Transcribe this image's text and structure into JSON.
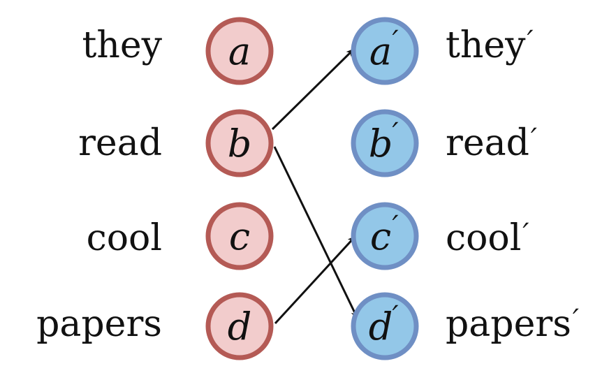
{
  "colors": {
    "source_fill": "#f2cccc",
    "source_stroke": "#b45a55",
    "target_fill": "#93c7e8",
    "target_stroke": "#6f8fc4",
    "arrow": "#111111"
  },
  "source": [
    {
      "word": "they",
      "var": "a"
    },
    {
      "word": "read",
      "var": "b"
    },
    {
      "word": "cool",
      "var": "c"
    },
    {
      "word": "papers",
      "var": "d"
    }
  ],
  "target": [
    {
      "word": "they",
      "var": "a",
      "prime": "′"
    },
    {
      "word": "read",
      "var": "b",
      "prime": "′"
    },
    {
      "word": "cool",
      "var": "c",
      "prime": "′"
    },
    {
      "word": "papers",
      "var": "d",
      "prime": "′"
    }
  ],
  "edges": [
    {
      "from": "b",
      "to": "a"
    },
    {
      "from": "b",
      "to": "d"
    },
    {
      "from": "d",
      "to": "c"
    }
  ]
}
